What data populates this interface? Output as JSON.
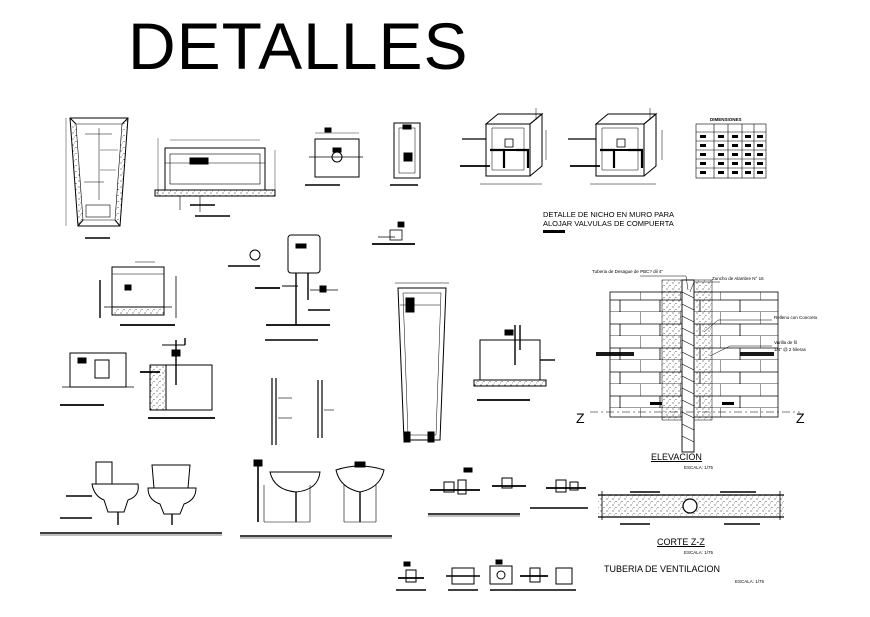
{
  "sheet": {
    "title": "DETALLES",
    "niche_note": [
      "DETALLE DE NICHO EN MURO PARA",
      "ALOJAR VALVULAS DE COMPUERTA"
    ],
    "dimensions_table_title": "DIMENSIONES",
    "elevation": {
      "title": "ELEVACION",
      "scale": "ESCALA: 1/75",
      "callouts": {
        "pipe": "Tuberia de Desague de PBC? dil 4\"",
        "stirrup": "Zuncho de Alambre N° 16",
        "fill": "Relleno con Concreto",
        "rod": "Varilla de fil",
        "rod2": "1/4\" @ 2 hileras"
      },
      "section_mark": "Z"
    },
    "section": {
      "title": "CORTE Z-Z",
      "scale": "ESCALA: 1/75"
    },
    "ventilation": {
      "title": "TUBERIA DE VENTILACION",
      "scale": "ESCALA: 1/75"
    }
  }
}
